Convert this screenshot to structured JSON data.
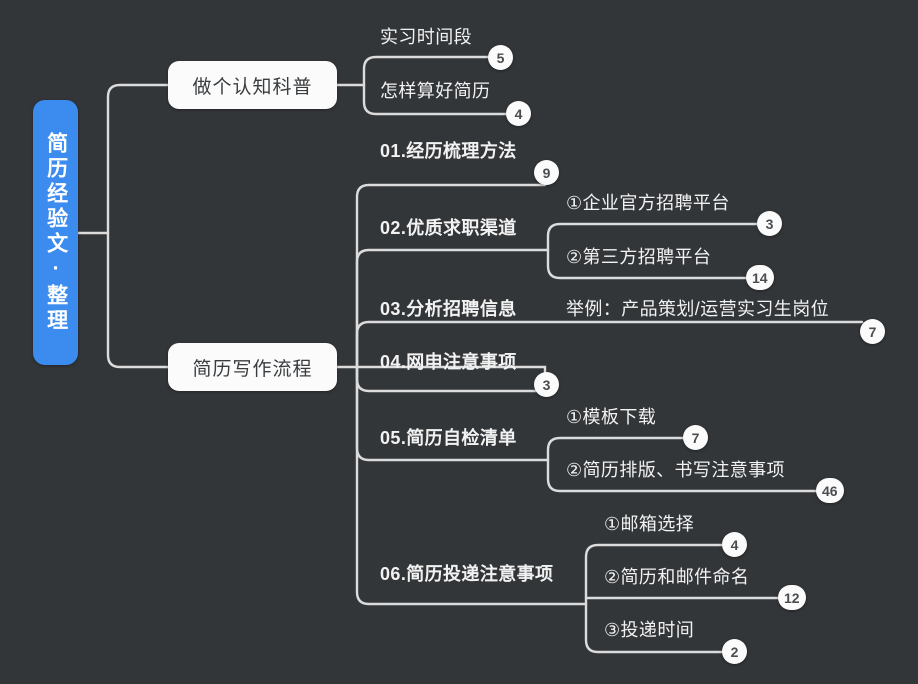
{
  "canvas": {
    "background": "#333639",
    "line_color": "#dcdcdc",
    "accent": "#3c8cf0",
    "node_bg": "#fbfbfb",
    "text_color": "#f2f2f2"
  },
  "root": {
    "label": "简历经验文·整理",
    "vertical": true
  },
  "branches": [
    {
      "id": "b1",
      "label": "做个认知科普",
      "type": "pill",
      "children": [
        {
          "label": "实习时间段",
          "badge": "5",
          "style": "norm"
        },
        {
          "label": "怎样算好简历",
          "badge": "4",
          "style": "norm"
        }
      ]
    },
    {
      "id": "b2",
      "label": "简历写作流程",
      "type": "pill",
      "children": [
        {
          "label": "01.经历梳理方法",
          "badge": "9",
          "style": "bold",
          "children": []
        },
        {
          "label": "02.优质求职渠道",
          "badge": null,
          "style": "bold",
          "children": [
            {
              "label": "①企业官方招聘平台",
              "badge": "3",
              "style": "norm"
            },
            {
              "label": "②第三方招聘平台",
              "badge": "14",
              "style": "norm"
            }
          ]
        },
        {
          "label": "03.分析招聘信息",
          "badge": "7",
          "style": "bold",
          "children": [
            {
              "label": "举例：产品策划/运营实习生岗位",
              "badge": null,
              "style": "norm"
            }
          ]
        },
        {
          "label": "04.网申注意事项",
          "badge": "3",
          "style": "bold",
          "children": []
        },
        {
          "label": "05.简历自检清单",
          "badge": null,
          "style": "bold",
          "children": [
            {
              "label": "①模板下载",
              "badge": "7",
              "style": "norm"
            },
            {
              "label": "②简历排版、书写注意事项",
              "badge": "46",
              "style": "norm"
            }
          ]
        },
        {
          "label": "06.简历投递注意事项",
          "badge": null,
          "style": "bold",
          "children": [
            {
              "label": "①邮箱选择",
              "badge": "4",
              "style": "norm"
            },
            {
              "label": "②简历和邮件命名",
              "badge": "12",
              "style": "norm"
            },
            {
              "label": "③投递时间",
              "badge": "2",
              "style": "norm"
            }
          ]
        }
      ]
    }
  ],
  "badges": {
    "b1c1": "5",
    "b1c2": "4",
    "i01": "9",
    "i02s1": "3",
    "i02s2": "14",
    "i03": "7",
    "i04": "3",
    "i05s1": "7",
    "i05s2": "46",
    "i06s1": "4",
    "i06s2": "12",
    "i06s3": "2"
  }
}
